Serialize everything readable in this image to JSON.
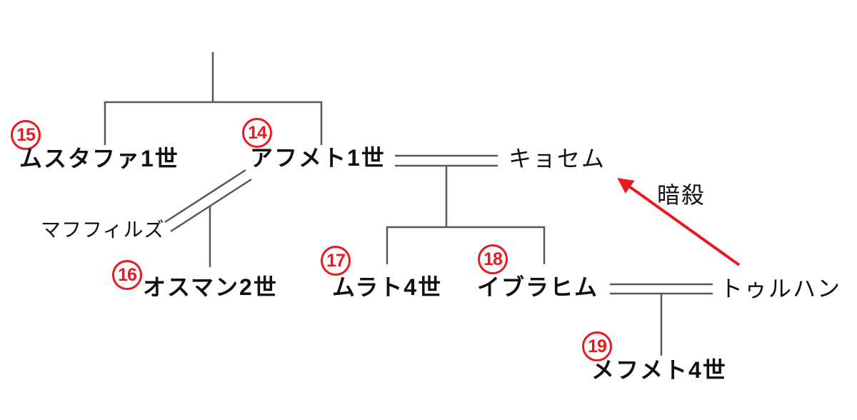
{
  "figure": {
    "type": "family-tree",
    "subject": "Ottoman dynasty succession diagram (Japanese)",
    "people": [
      {
        "badge": "15",
        "name": "ムスタファ1世",
        "role": "sultan"
      },
      {
        "badge": "14",
        "name": "アフメト1世",
        "role": "sultan"
      },
      {
        "badge": "",
        "name": "キョセム",
        "role": "consort"
      },
      {
        "badge": "",
        "name": "マフフィルズ",
        "role": "consort"
      },
      {
        "badge": "16",
        "name": "オスマン2世",
        "role": "sultan"
      },
      {
        "badge": "17",
        "name": "ムラト4世",
        "role": "sultan"
      },
      {
        "badge": "18",
        "name": "イブラヒム",
        "role": "sultan"
      },
      {
        "badge": "",
        "name": "トゥルハン",
        "role": "consort"
      },
      {
        "badge": "19",
        "name": "メフメト4世",
        "role": "sultan"
      }
    ],
    "annotation": {
      "label": "暗殺"
    },
    "relations": [
      {
        "type": "siblings",
        "members": [
          "ムスタファ1世",
          "アフメト1世"
        ]
      },
      {
        "type": "marriage",
        "members": [
          "アフメト1世",
          "キョセム"
        ]
      },
      {
        "type": "marriage",
        "members": [
          "アフメト1世",
          "マフフィルズ"
        ]
      },
      {
        "type": "child",
        "parents": [
          "アフメト1世",
          "マフフィルズ"
        ],
        "child": "オスマン2世"
      },
      {
        "type": "children",
        "parents": [
          "アフメト1世",
          "キョセム"
        ],
        "children": [
          "ムラト4世",
          "イブラヒム"
        ]
      },
      {
        "type": "marriage",
        "members": [
          "イブラヒム",
          "トゥルハン"
        ]
      },
      {
        "type": "child",
        "parents": [
          "イブラヒム",
          "トゥルハン"
        ],
        "child": "メフメト4世"
      },
      {
        "type": "arrow",
        "from": "トゥルハン",
        "to": "キョセム",
        "label": "暗殺"
      }
    ],
    "colors": {
      "line": "#57585a",
      "accent_red": "#e8191f",
      "text": "#111111",
      "background": "#ffffff"
    }
  }
}
